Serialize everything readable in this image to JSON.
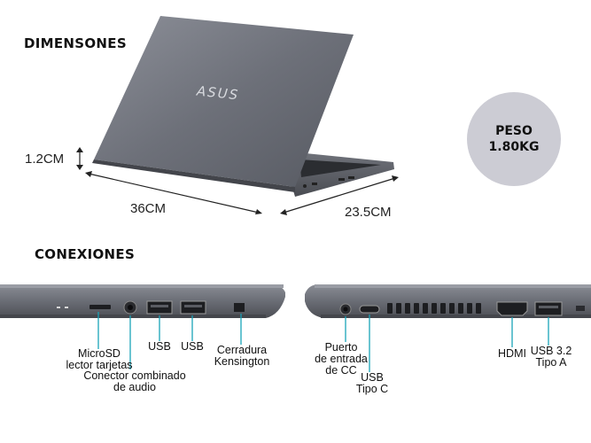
{
  "sections": {
    "dimensions_title": "DIMENSONES",
    "connections_title": "CONEXIONES"
  },
  "dimensions": {
    "height": "1.2CM",
    "width": "36CM",
    "depth": "23.5CM"
  },
  "weight": {
    "label": "PESO",
    "value": "1.80KG"
  },
  "logo": "ASUS",
  "ports_left": {
    "microsd_line1": "MicroSD",
    "microsd_line2": "lector tarjetas",
    "audio_line1": "Conector combinado",
    "audio_line2": "de audio",
    "usb1": "USB",
    "usb2": "USB",
    "kensington_line1": "Cerradura",
    "kensington_line2": "Kensington"
  },
  "ports_right": {
    "power_line1": "Puerto",
    "power_line2": "de entrada",
    "power_line3": "de CC",
    "usbc_line1": "USB",
    "usbc_line2": "Tipo C",
    "hdmi": "HDMI",
    "usb32_line1": "USB 3.2",
    "usb32_line2": "Tipo A"
  },
  "colors": {
    "laptop_body": "#5a5d66",
    "laptop_edge": "#3c3e44",
    "accent_line": "#1aa3b8",
    "badge_bg": "#ccccd4"
  }
}
